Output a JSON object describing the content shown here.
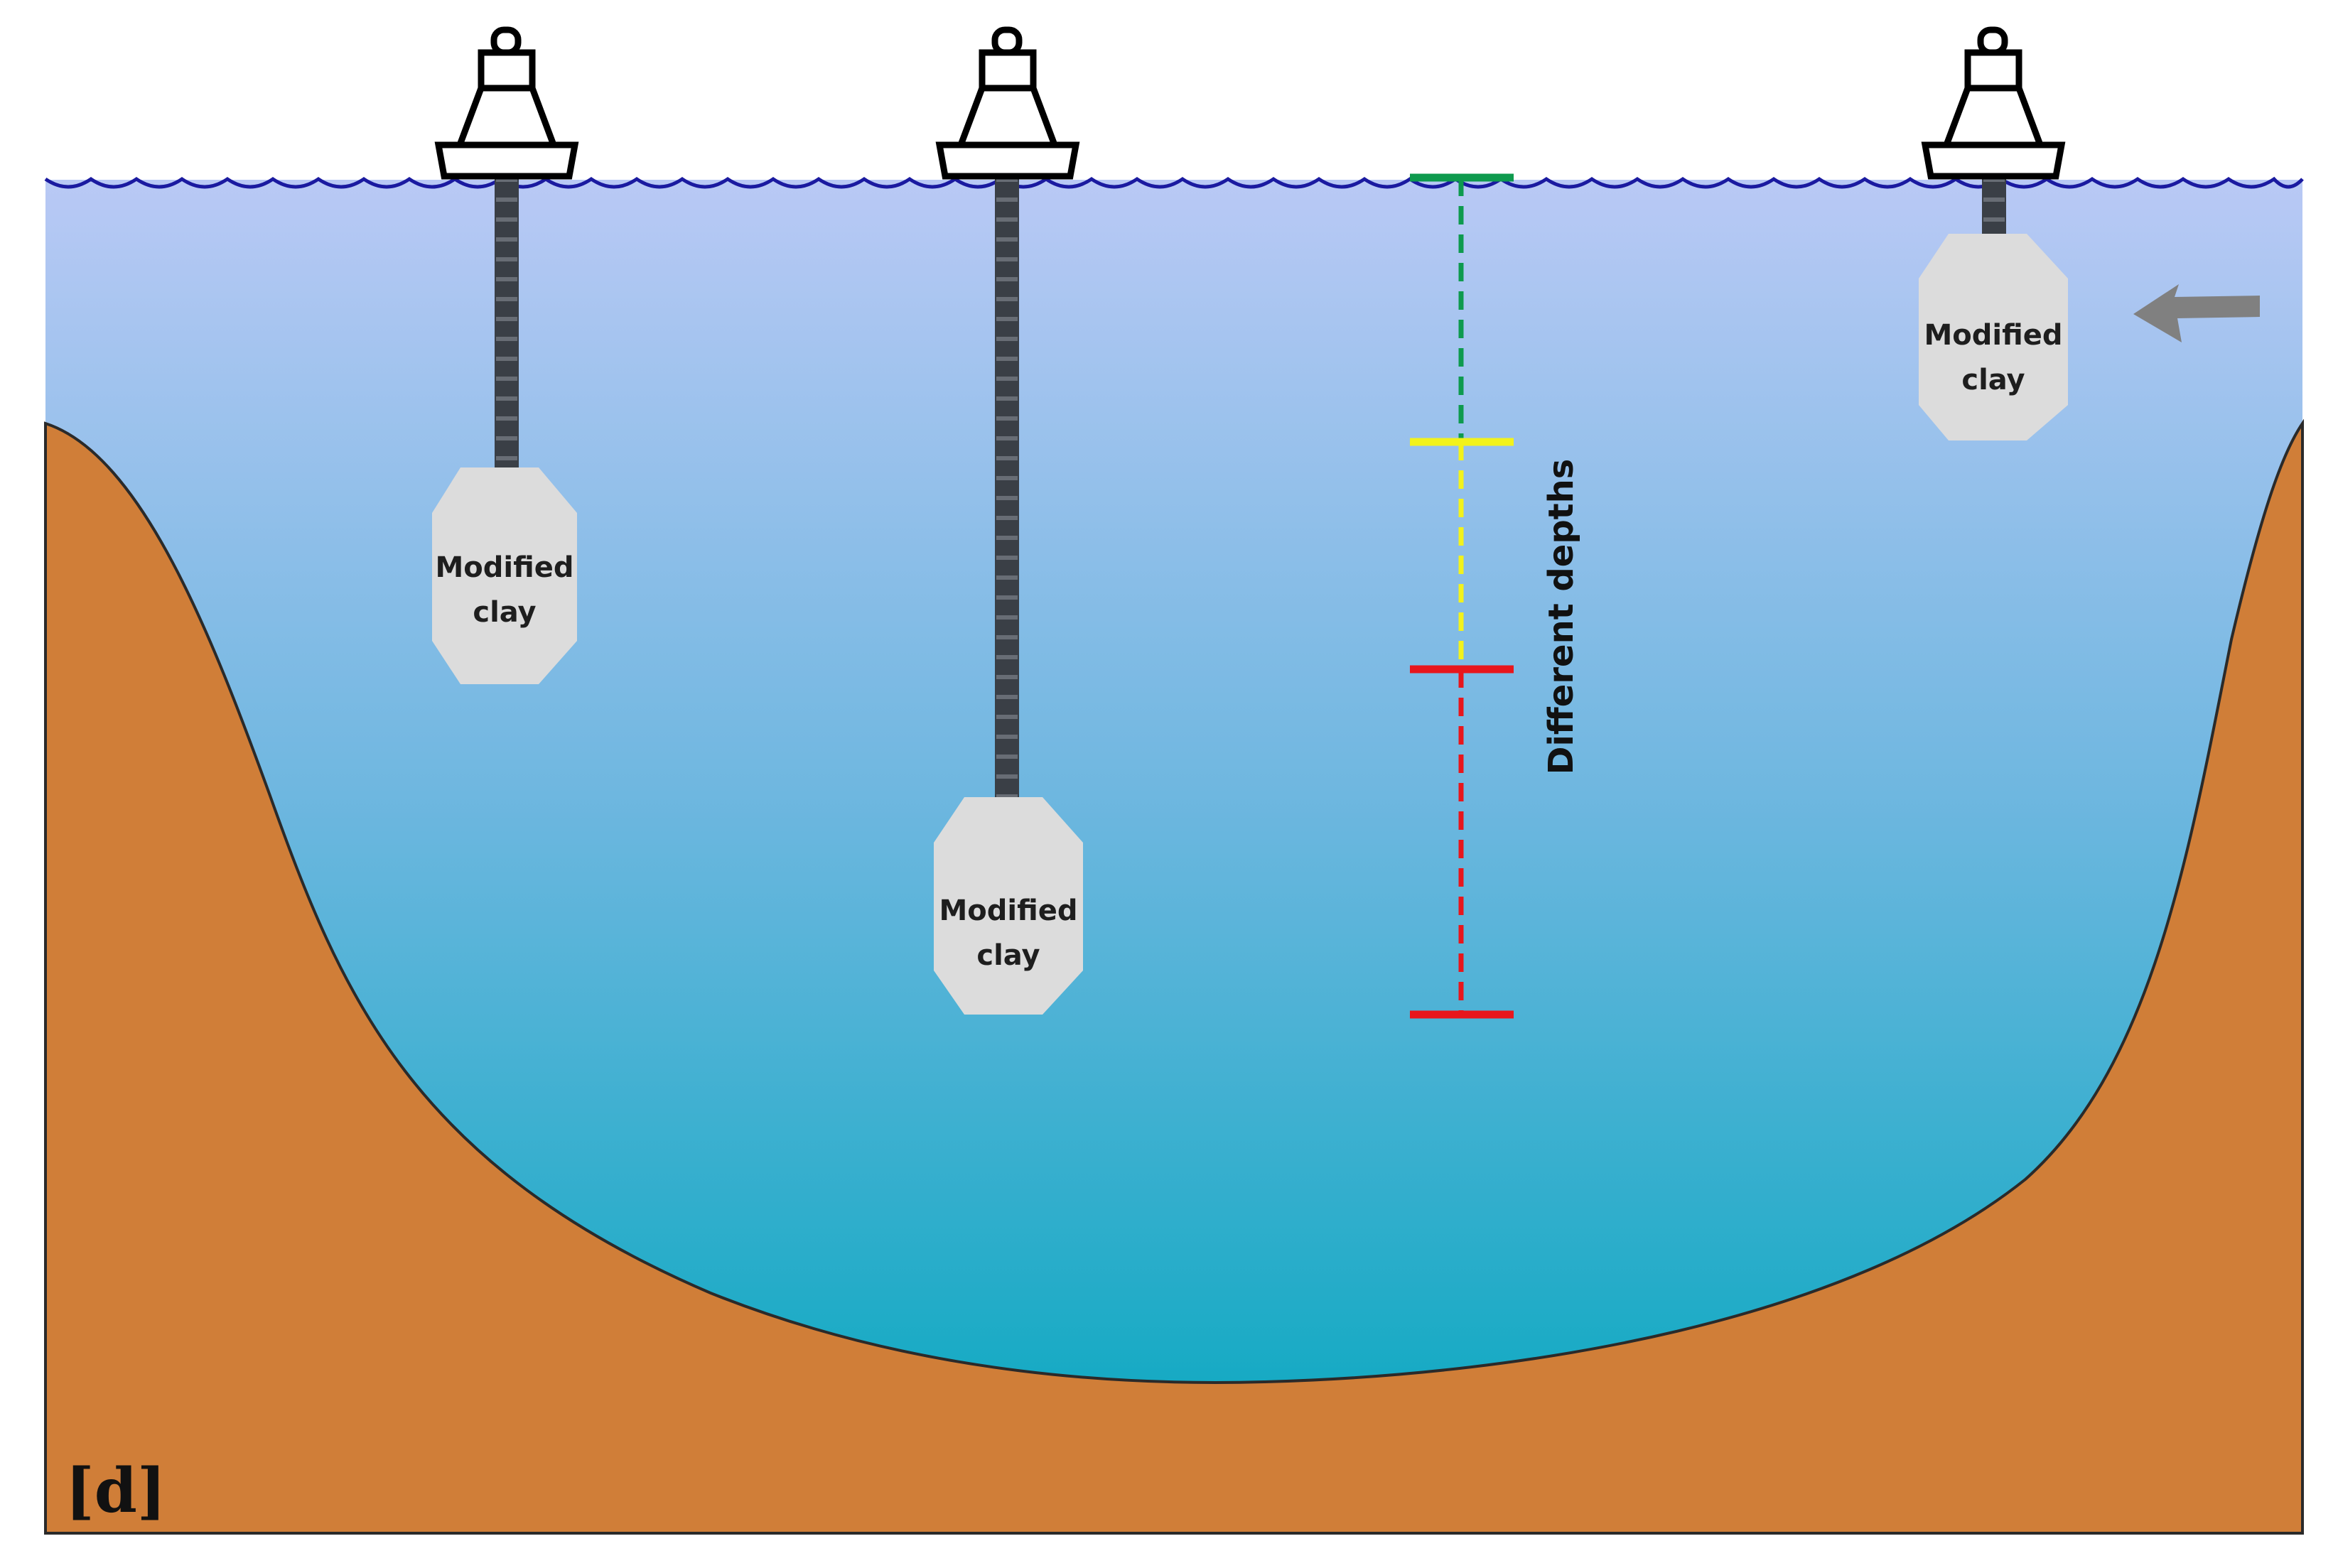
{
  "panel_label": "[d]",
  "depth_annotation": "Different depths",
  "colors": {
    "water_top": "#b9c9f5",
    "water_mid": "#6fb7e0",
    "water_bottom": "#00a7bd",
    "sediment": "#d07e38",
    "wave_line": "#1a1aa0",
    "clay_bag": "#dcdcdc",
    "rope": "#3a3f46",
    "depth_shallow": "#0e9a4e",
    "depth_middle": "#f2f21c",
    "depth_deep": "#e8161c",
    "current_arrow": "#808080"
  },
  "buoys": [
    {
      "id": "buoy-1",
      "label_line1": "Modified",
      "label_line2": "clay"
    },
    {
      "id": "buoy-2",
      "label_line1": "Modified",
      "label_line2": "clay"
    },
    {
      "id": "buoy-3",
      "label_line1": "Modified",
      "label_line2": "clay"
    }
  ],
  "depth_segments": [
    "shallow",
    "middle",
    "deep"
  ],
  "current_arrow_direction": "left"
}
